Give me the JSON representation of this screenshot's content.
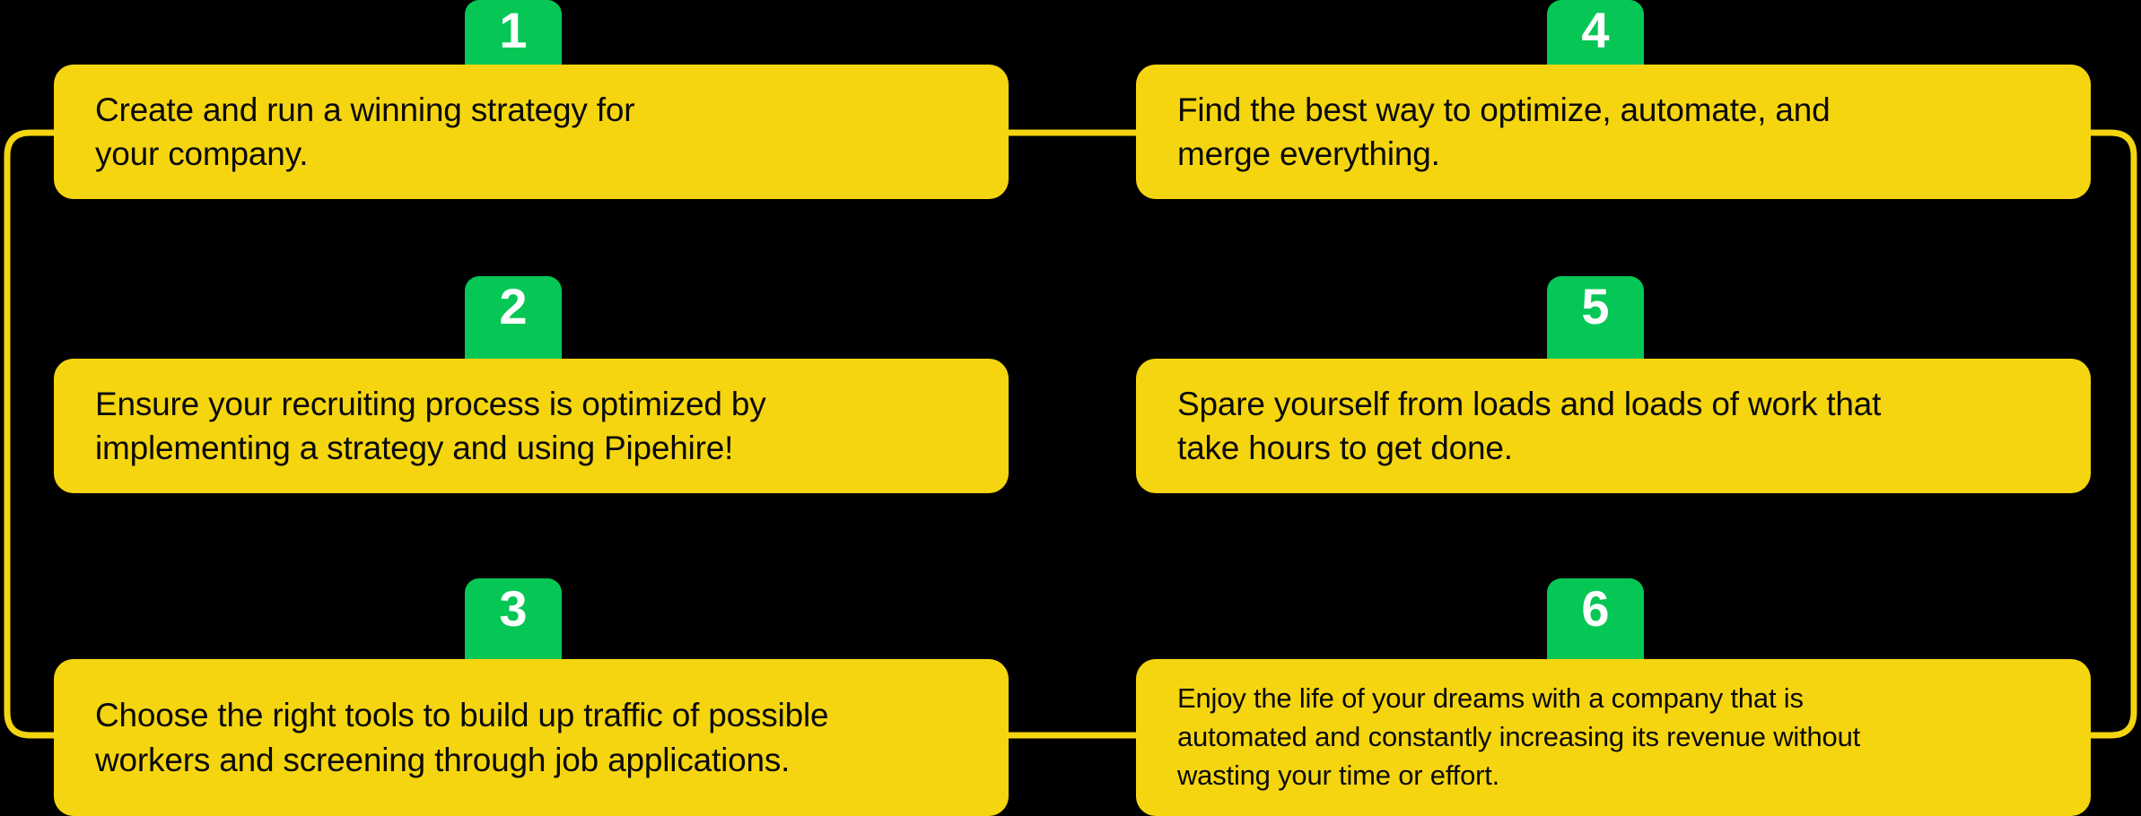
{
  "theme": {
    "background": "#000000",
    "card_fill": "#F5D50F",
    "badge_fill": "#06C755",
    "badge_text": "#FFFFFF",
    "card_text": "#0A0A0A",
    "connector_stroke": "#F5D50F"
  },
  "steps": [
    {
      "number": "1",
      "text": "Create and run a winning strategy for\nyour company.",
      "column": "left",
      "row": 1,
      "size": "normal"
    },
    {
      "number": "2",
      "text": "Ensure your recruiting process is optimized by\nimplementing a strategy and using Pipehire!",
      "column": "left",
      "row": 2,
      "size": "normal"
    },
    {
      "number": "3",
      "text": "Choose the right tools to build up traffic of possible\nworkers and screening through job applications.",
      "column": "left",
      "row": 3,
      "size": "normal"
    },
    {
      "number": "4",
      "text": "Find the best way to optimize, automate, and\nmerge everything.",
      "column": "right",
      "row": 1,
      "size": "normal"
    },
    {
      "number": "5",
      "text": "Spare yourself from loads and loads of work that\ntake hours to get done.",
      "column": "right",
      "row": 2,
      "size": "normal"
    },
    {
      "number": "6",
      "text": "Enjoy the life of your dreams with a company that is\nautomated and constantly increasing its revenue without\nwasting your time or effort.",
      "column": "right",
      "row": 3,
      "size": "small"
    }
  ]
}
